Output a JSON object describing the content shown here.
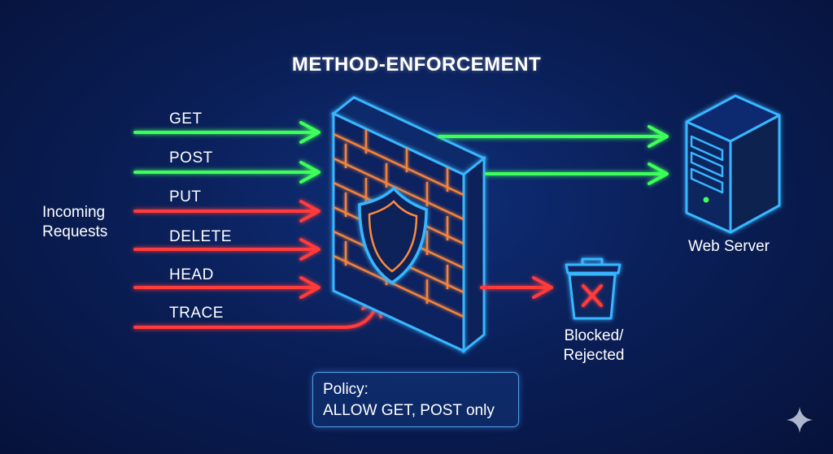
{
  "title": "METHOD-ENFORCEMENT",
  "incoming_label_line1": "Incoming",
  "incoming_label_line2": "Requests",
  "methods": [
    {
      "label": "GET",
      "status": "allowed"
    },
    {
      "label": "POST",
      "status": "allowed"
    },
    {
      "label": "PUT",
      "status": "blocked"
    },
    {
      "label": "DELETE",
      "status": "blocked"
    },
    {
      "label": "HEAD",
      "status": "blocked"
    },
    {
      "label": "TRACE",
      "status": "blocked"
    }
  ],
  "server_label": "Web Server",
  "blocked_label_line1": "Blocked/",
  "blocked_label_line2": "Rejected",
  "policy_line1": "Policy:",
  "policy_line2": "ALLOW GET, POST only",
  "colors": {
    "allowed": "#3dff5a",
    "blocked": "#ff3b3b",
    "neon_blue": "#38b6ff",
    "brick": "#ff8a3d",
    "background": "#0a1f58"
  },
  "icons": [
    "firewall-icon",
    "shield-icon",
    "server-icon",
    "trash-icon",
    "sparkle-icon"
  ]
}
